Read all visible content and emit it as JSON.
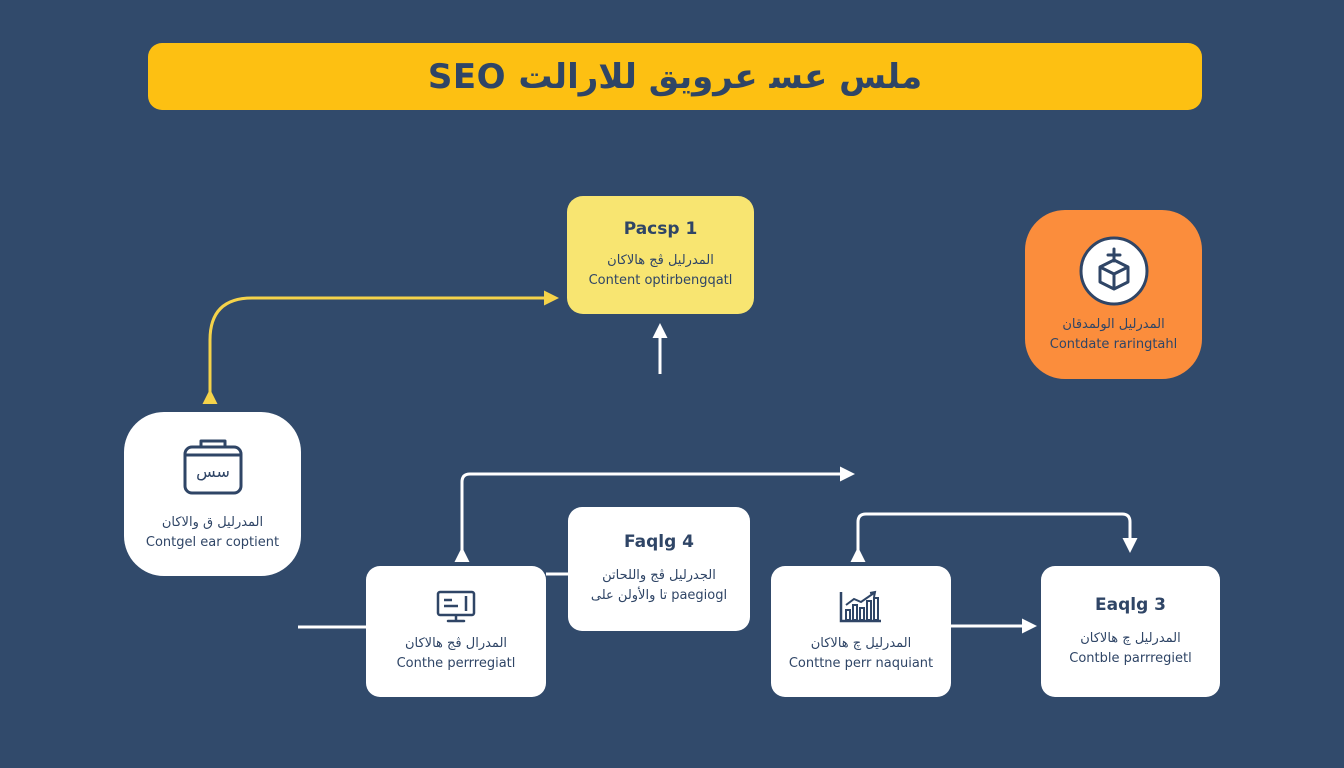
{
  "header": {
    "title": "SEO ﻣﻠﺲ ﻋﺴ ﻋﺮوﻳﻖ ﻟﻼراﻟﺖ"
  },
  "nodes": {
    "phase1": {
      "title": "Pacsp 1",
      "line_ar": "المدرليل ﭬﺞ ﻫﺎﻟﺎﻛﺎﻥ",
      "line_en": "Content optirbengqatl"
    },
    "orange_card": {
      "line_ar": "المدرليل اﻟﻮﻟﻤﺪﻗﺎﻥ",
      "line_en": "Contdate raringtahl",
      "icon": "box-icon"
    },
    "left_card": {
      "line_ar": "المدرليل ق ﻭاﻟﺎﻛﺎﻥ",
      "line_en": "Contgel ear coptient",
      "icon": "briefcase-icon",
      "icon_text": "سس"
    },
    "phase4": {
      "title": "Faqlg 4",
      "line_ar": "الجدرليل ﭬﺞ ﻭاللحاتن",
      "line_en": "ﺗﺎ ﻭاﻷﻭﻟﻦ ﻋﻠﻰ paegiogl"
    },
    "middle_card": {
      "line_ar": "المدرال ﭬﺞ ﻫﺎﻟﺎﻛﺎﻥ",
      "line_en": "Conthe perrregiatl",
      "icon": "monitor-icon"
    },
    "chart_card": {
      "line_ar": "المدرليل ﭺ ﻫﺎﻟﺎﻛﺎﻥ",
      "line_en": "Conttne perr naquiant",
      "icon": "bar-chart-icon"
    },
    "phase3": {
      "title": "Eaqlg 3",
      "line_ar": "المدرليل ﭺ ﻫﺎﻟﺎﻛﺎﻥ",
      "line_en": "Contble parrregietl"
    }
  },
  "colors": {
    "background": "#314a6b",
    "banner": "#fdc012",
    "yellow_card": "#f8e571",
    "orange_card": "#fb8d3c",
    "text_dark": "#2f4566",
    "yellow_arrow": "#f5d34a",
    "white_arrow": "#ffffff"
  }
}
